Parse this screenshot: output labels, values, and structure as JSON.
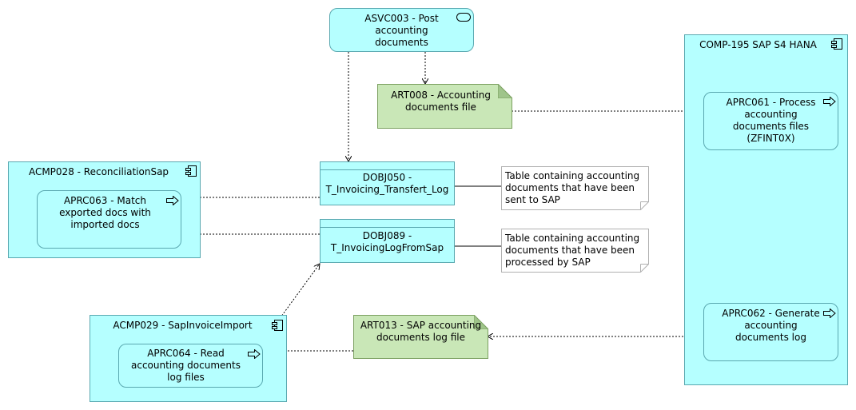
{
  "elements": {
    "asvc003": "ASVC003 - Post\naccounting\ndocuments",
    "comp195": "COMP-195 SAP S4 HANA",
    "art008": "ART008 - Accounting\ndocuments file",
    "aprc061": "APRC061 - Process\naccounting\ndocuments files\n(ZFINT0X)",
    "acmp028": "ACMP028 - ReconciliationSap",
    "aprc063": "APRC063 - Match\nexported docs with\nimported docs",
    "dobj050": "DOBJ050 -\nT_Invoicing_Transfert_Log",
    "dobj089": "DOBJ089 -\nT_InvoicingLogFromSap",
    "note1": "Table containing accounting\ndocuments that have been\nsent to SAP",
    "note2": "Table containing accounting\ndocuments that have been\nprocessed by SAP",
    "acmp029": "ACMP029 - SapInvoiceImport",
    "aprc064": "APRC064 - Read\naccounting documents\nlog files",
    "art013": "ART013 - SAP accounting\ndocuments log file",
    "aprc062": "APRC062 - Generate\naccounting\ndocuments log"
  },
  "colors": {
    "application": "#b5ffff",
    "artifact": "#c9e7b7",
    "note": "#ffffff"
  },
  "icons": {
    "service": "service-icon",
    "component": "component-icon",
    "process": "process-arrow-icon"
  }
}
